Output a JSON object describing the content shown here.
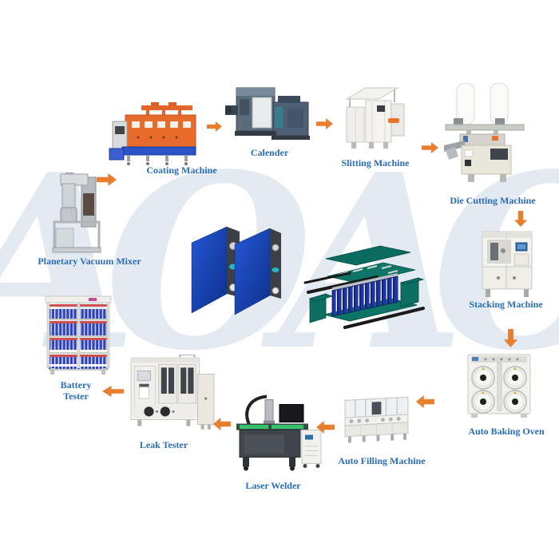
{
  "watermark": "AOAO",
  "colors": {
    "arrow": "#E87E2E",
    "label": "#2A6CB5"
  },
  "stations": {
    "mixer": {
      "label": "Planetary Vacuum Mixer"
    },
    "coating": {
      "label": "Coating Machine"
    },
    "calender": {
      "label": "Calender"
    },
    "slitting": {
      "label": "Slitting Machine"
    },
    "die_cutting": {
      "label": "Die Cutting Machine"
    },
    "stacking": {
      "label": "Stacking Machine"
    },
    "baking": {
      "label": "Auto Baking Oven"
    },
    "filling": {
      "label": "Auto Filling Machine"
    },
    "welder": {
      "label": "Laser Welder"
    },
    "leak": {
      "label": "Leak Tester"
    },
    "battery": {
      "label": "Battery Tester"
    }
  }
}
